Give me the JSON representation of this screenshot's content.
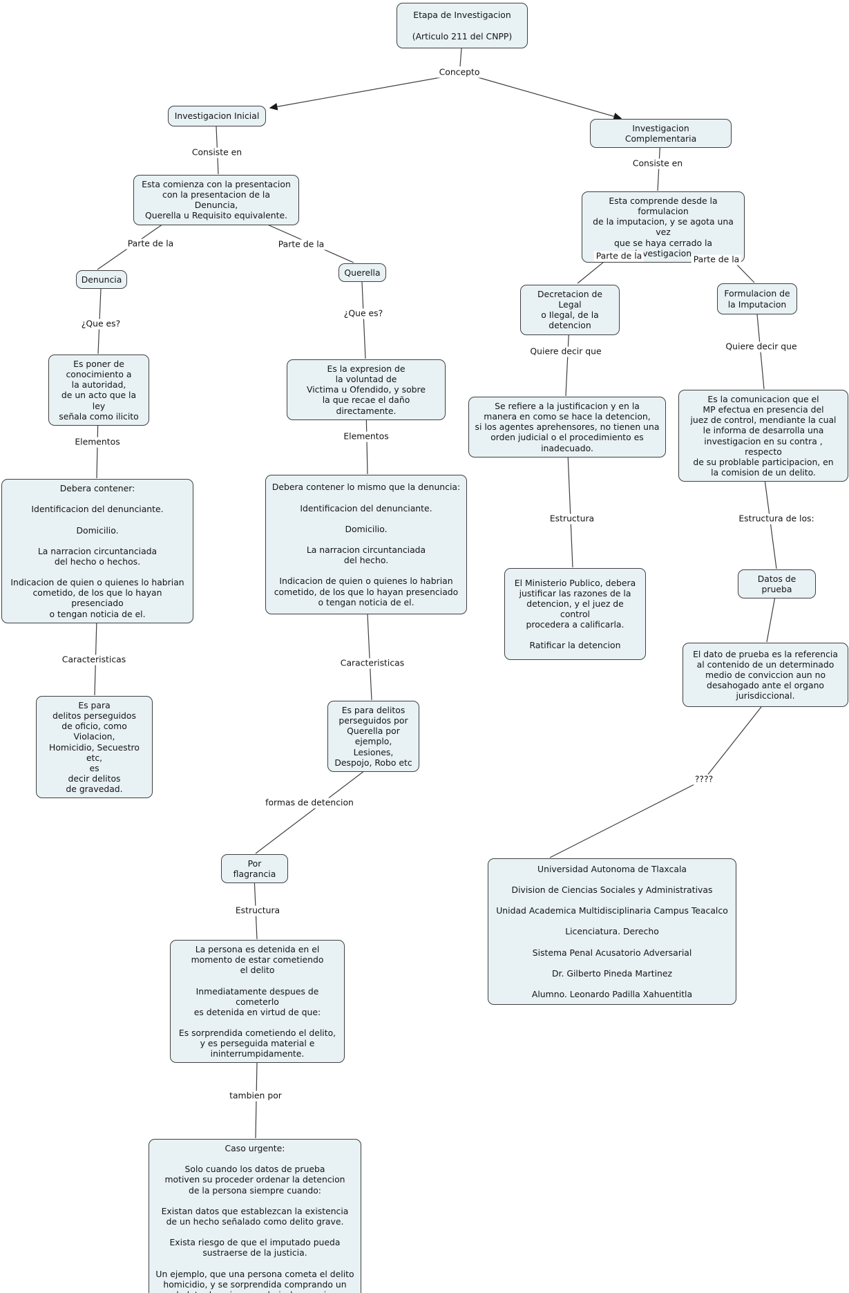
{
  "diagram": {
    "background": "#ffffff",
    "node_fill": "#e8f1f4",
    "node_border": "#3f3f3f",
    "line_color": "#3d3d3d",
    "nodes": {
      "etapa": "Etapa de Investigacion\n\n(Articulo 211 del CNPP)",
      "investigacion_inicial": "Investigacion Inicial",
      "investigacion_complementaria": "Investigacion Complementaria",
      "inicial_descripcion": "Esta comienza con la presentacion\ncon la presentacion de la Denuncia,\nQuerella u Requisito equivalente.",
      "complementaria_descripcion": "Esta comprende desde la formulacion\nde la imputacion, y se agota una vez\nque se haya cerrado la investigacion",
      "denuncia": "Denuncia",
      "querella": "Querella",
      "denuncia_definicion": "Es poner de\nconocimiento a\nla autoridad,\nde un acto que la ley\nseñala como ilicito",
      "querella_definicion": "Es la expresion de\nla voluntad de\nVictima u Ofendido, y sobre\nla que recae el daño directamente.",
      "denuncia_elementos": "Debera contener:\n\nIdentificacion del denunciante.\n\nDomicilio.\n\nLa narracion circuntanciada\ndel hecho o hechos.\n\nIndicacion de quien o quienes lo habrian\ncometido, de los que lo hayan presenciado\no tengan noticia de el.",
      "querella_elementos": "Debera contener lo mismo que la denuncia:\n\nIdentificacion del denunciante.\n\nDomicilio.\n\nLa narracion circuntanciada\ndel hecho.\n\nIndicacion de quien o quienes lo habrian\ncometido, de los que lo hayan presenciado\no tengan noticia de el.",
      "denuncia_caracteristicas": "Es para\ndelitos perseguidos\nde oficio, como\nViolacion,\nHomicidio, Secuestro etc,\nes\ndecir delitos\nde gravedad.",
      "querella_caracteristicas": "Es para delitos\nperseguidos por\nQuerella por\nejemplo, Lesiones,\nDespojo, Robo etc",
      "por_flagrancia": "Por flagrancia",
      "flagrancia_estructura": "La persona es detenida en el\nmomento de estar cometiendo\nel delito\n\nInmediatamente despues de cometerlo\nes detenida en virtud de que:\n\nEs sorprendida cometiendo el delito,\ny es perseguida material e\nininterrumpidamente.",
      "caso_urgente": "Caso urgente:\n\nSolo cuando los datos de prueba\nmotiven su proceder ordenar la detencion\nde la persona siempre cuando:\n\nExistan datos que establezcan la existencia\nde un hecho señalado como delito grave.\n\nExista riesgo de que el imputado pueda\nsustraerse de la justicia.\n\nUn ejemplo, que una persona cometa el delito\nhomicidio, y se sorprendida comprando un\nboleto de avion para huir de su pais.",
      "decretacion": "Decretacion de Legal\no Ilegal, de la\ndetencion",
      "formulacion": "Formulacion de\nla Imputacion",
      "decretacion_definicion": "Se refiere a la justificacion y en la\nmanera en como se hace la detencion,\nsi los agentes aprehensores, no tienen una\norden judicial o el procedimiento es\ninadecuado.",
      "formulacion_definicion": "Es la comunicacion que el\nMP efectua en presencia del\njuez de control, mendiante la cual\nle informa de desarrolla una\ninvestigacion en su contra , respecto\nde su problable participacion, en\nla comision de un delito.",
      "ministerio_publico": "El Ministerio Publico, debera\njustificar las razones de la\ndetencion, y el juez de control\nprocedera a calificarla.\n\nRatificar la detencion",
      "datos_de_prueba": "Datos de prueba",
      "dato_de_prueba_definicion": "El dato de prueba es la referencia\nal contenido de un determinado\nmedio de conviccion aun no\ndesahogado ante el organo\njurisdiccional.",
      "creditos": "Universidad Autonoma de Tlaxcala\n\nDivision de Ciencias Sociales y Administrativas\n\nUnidad Academica Multidisciplinaria Campus Teacalco\n\nLicenciatura. Derecho\n\nSistema Penal Acusatorio Adversarial\n\nDr. Gilberto Pineda Martinez\n\nAlumno. Leonardo Padilla Xahuentitla"
    },
    "link_labels": {
      "concepto": "Concepto",
      "consiste_en_inicial": "Consiste en",
      "consiste_en_complementaria": "Consiste en",
      "parte_de_la_denuncia": "Parte de la",
      "parte_de_la_querella": "Parte de la",
      "parte_de_la_decretacion": "Parte de la",
      "parte_de_la_formulacion": "Parte de la",
      "que_es_denuncia": "¿Que es?",
      "que_es_querella": "¿Que es?",
      "elementos_denuncia": "Elementos",
      "elementos_querella": "Elementos",
      "caracteristicas_denuncia": "Caracteristicas",
      "caracteristicas_querella": "Caracteristicas",
      "formas_de_detencion": "formas de detencion",
      "estructura_flagrancia": "Estructura",
      "tambien_por": "tambien por",
      "quiere_decir_decretacion": "Quiere decir que",
      "quiere_decir_formulacion": "Quiere decir que",
      "estructura_decretacion": "Estructura",
      "estructura_de_los": "Estructura de los:",
      "interrogantes": "????"
    }
  }
}
